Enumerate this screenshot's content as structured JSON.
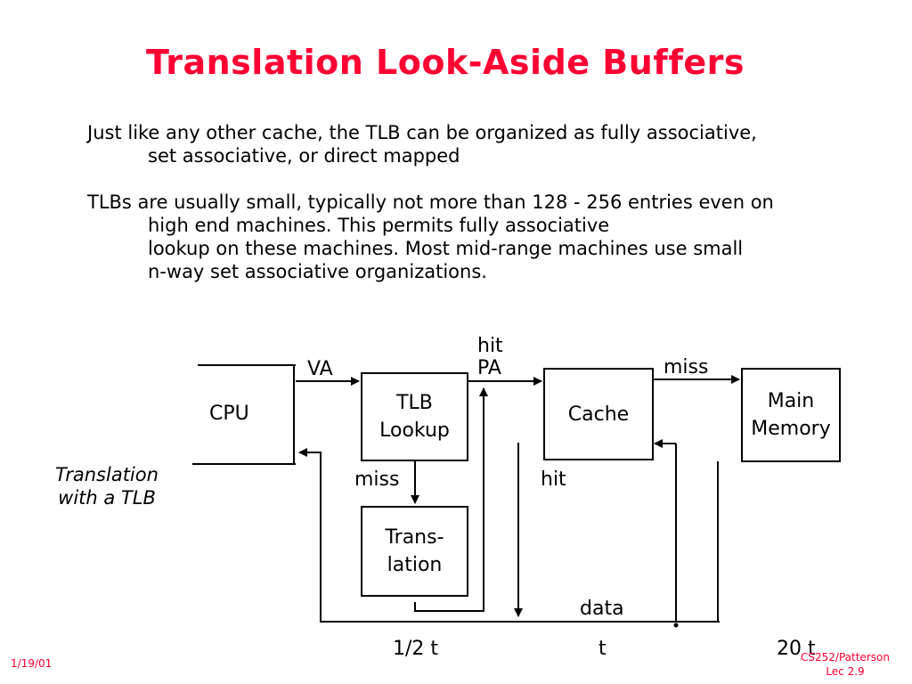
{
  "slide": {
    "title": "Translation Look-Aside Buffers",
    "bullets": [
      {
        "first": "Just like any other cache, the TLB can be organized as fully associative,",
        "rest": [
          "set associative, or direct mapped"
        ]
      },
      {
        "first": "TLBs are usually small, typically not more than 128 - 256 entries even on",
        "rest": [
          "high end machines.  This permits fully associative",
          "lookup on these machines.  Most mid-range machines use small",
          "n-way set associative organizations."
        ]
      }
    ]
  },
  "diagram": {
    "cpu": "CPU",
    "tlb": [
      "TLB",
      "Lookup"
    ],
    "translation": [
      "Trans-",
      "lation"
    ],
    "cache": "Cache",
    "memory": [
      "Main",
      "Memory"
    ],
    "labels": {
      "va": "VA",
      "hit_pa": [
        "hit",
        "PA"
      ],
      "miss_mem": "miss",
      "miss_tlb": "miss",
      "hit_cache": "hit",
      "data": "data",
      "t_half": "1/2 t",
      "t": "t",
      "t_20": "20 t"
    },
    "caption": [
      "Translation",
      "with a TLB"
    ]
  },
  "footer": {
    "date": "1/19/01",
    "course": "CS252/Patterson",
    "lecture": "Lec 2.9"
  },
  "colors": {
    "title": "#ff0033",
    "footer": "#ff0033"
  }
}
